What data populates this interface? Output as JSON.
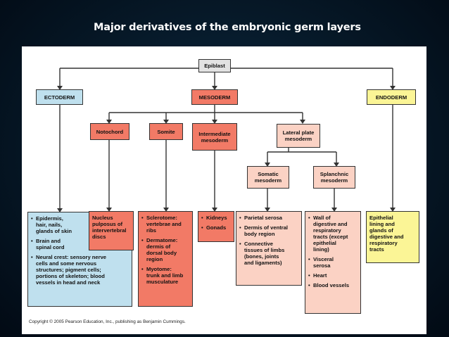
{
  "slide": {
    "title": "Major derivatives of the embryonic germ layers"
  },
  "diagram": {
    "epiblast": "Epiblast",
    "ectoderm": "ECTODERM",
    "mesoderm": "MESODERM",
    "endoderm": "ENDODERM",
    "notochord": "Notochord",
    "somite": "Somite",
    "intermediate_mesoderm": [
      "Intermediate",
      "mesoderm"
    ],
    "lateral_plate_mesoderm": [
      "Lateral plate",
      "mesoderm"
    ],
    "somatic_mesoderm": [
      "Somatic",
      "mesoderm"
    ],
    "splanchnic_mesoderm": [
      "Splanchnic",
      "mesoderm"
    ],
    "derivatives": {
      "ectoderm": [
        [
          "Epidermis,",
          "hair, nails,",
          "glands of skin"
        ],
        [
          "Brain and",
          "spinal cord"
        ],
        [
          "Neural crest: sensory nerve",
          "cells and some nervous",
          "structures; pigment cells;",
          "portions of skeleton; blood",
          "vessels in head and neck"
        ]
      ],
      "notochord": [
        "Nucleus",
        "pulposus of",
        "intervertebral",
        "discs"
      ],
      "somite": [
        [
          "Sclerotome:",
          "vertebrae and",
          "ribs"
        ],
        [
          "Dermatome:",
          "dermis of",
          "dorsal body",
          "region"
        ],
        [
          "Myotome:",
          "trunk and limb",
          "musculature"
        ]
      ],
      "intermediate": [
        [
          "Kidneys"
        ],
        [
          "Gonads"
        ]
      ],
      "somatic": [
        [
          "Parietal serosa"
        ],
        [
          "Dermis of ventral",
          "body region"
        ],
        [
          "Connective",
          "tissues of limbs",
          "(bones, joints",
          "and ligaments)"
        ]
      ],
      "splanchnic": [
        [
          "Wall of",
          "digestive and",
          "respiratory",
          "tracts (except",
          "epithelial",
          "lining)"
        ],
        [
          "Visceral",
          "serosa"
        ],
        [
          "Heart"
        ],
        [
          "Blood vessels"
        ]
      ],
      "endoderm": [
        "Epithelial",
        "lining and",
        "glands of",
        "digestive and",
        "respiratory",
        "tracts"
      ]
    },
    "copyright": "Copyright © 2005 Pearson Education, Inc., publishing as Benjamin Cummings."
  },
  "colors": {
    "ectoderm": "#bfe0ee",
    "mesoderm": "#f27a66",
    "mesoderm_light": "#fbd2c4",
    "endoderm": "#fbf596",
    "epiblast": "#e2e2e2"
  }
}
